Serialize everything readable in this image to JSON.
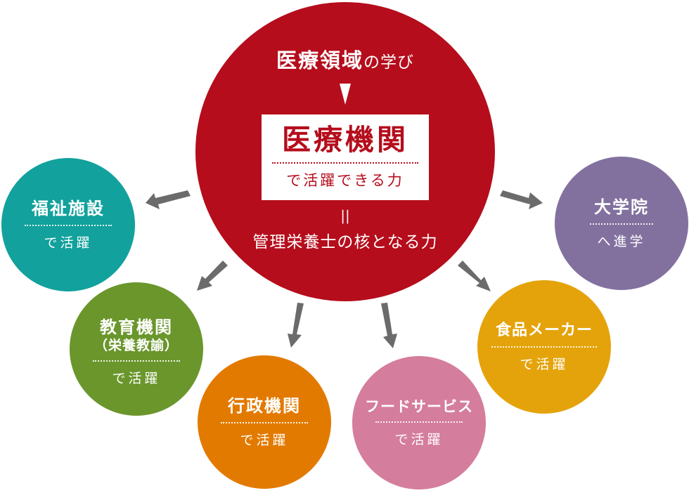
{
  "colors": {
    "main": "#b50d1c",
    "welfare": "#12a19d",
    "education": "#6a962c",
    "government": "#e37a00",
    "food_service": "#d57d9c",
    "food_maker": "#e5a30b",
    "graduate": "#82719f",
    "arrow": "#6b6b6b"
  },
  "center": {
    "heading_bold": "医療領域",
    "heading_small": "の学び",
    "box_title": "医療機関",
    "box_subtitle": "で活躍できる力",
    "equal_sign": "||",
    "result": "管理栄養士の核となる力"
  },
  "outcomes": {
    "welfare": {
      "title": "福祉施設",
      "action": "で活躍"
    },
    "education": {
      "title": "教育機関",
      "subtitle": "（栄養教諭）",
      "action": "で活躍"
    },
    "government": {
      "title": "行政機関",
      "action": "で活躍"
    },
    "food_service": {
      "title": "フードサービス",
      "action": "で活躍"
    },
    "food_maker": {
      "title": "食品メーカー",
      "action": "で活躍"
    },
    "graduate": {
      "title": "大学院",
      "action": "へ進学"
    }
  }
}
